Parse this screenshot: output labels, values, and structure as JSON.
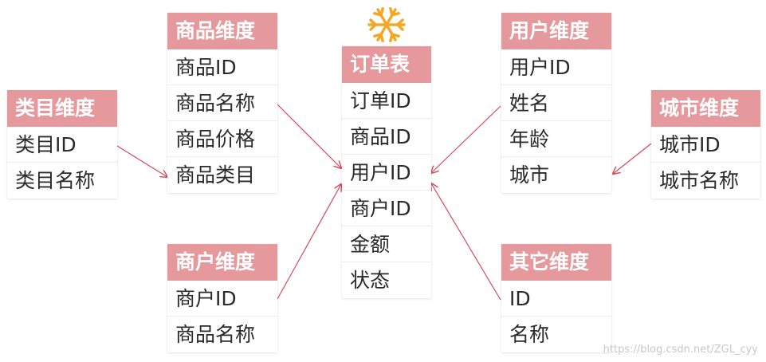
{
  "colors": {
    "header_bg": "#e6999c",
    "arrow": "#d9475a",
    "snowflake": "#f5a623"
  },
  "center_icon": "snowflake-icon",
  "fact_table": {
    "title": "订单表",
    "rows": [
      "订单ID",
      "商品ID",
      "用户ID",
      "商户ID",
      "金额",
      "状态"
    ]
  },
  "dimensions": {
    "category": {
      "title": "类目维度",
      "rows": [
        "类目ID",
        "类目名称"
      ]
    },
    "product": {
      "title": "商品维度",
      "rows": [
        "商品ID",
        "商品名称",
        "商品价格",
        "商品类目"
      ]
    },
    "merchant": {
      "title": "商户维度",
      "rows": [
        "商户ID",
        "商品名称"
      ]
    },
    "user": {
      "title": "用户维度",
      "rows": [
        "用户ID",
        "姓名",
        "年龄",
        "城市"
      ]
    },
    "city": {
      "title": "城市维度",
      "rows": [
        "城市ID",
        "城市名称"
      ]
    },
    "other": {
      "title": "其它维度",
      "rows": [
        "ID",
        "名称"
      ]
    }
  },
  "watermark": "https://blog.csdn.net/ZGL_cyy"
}
